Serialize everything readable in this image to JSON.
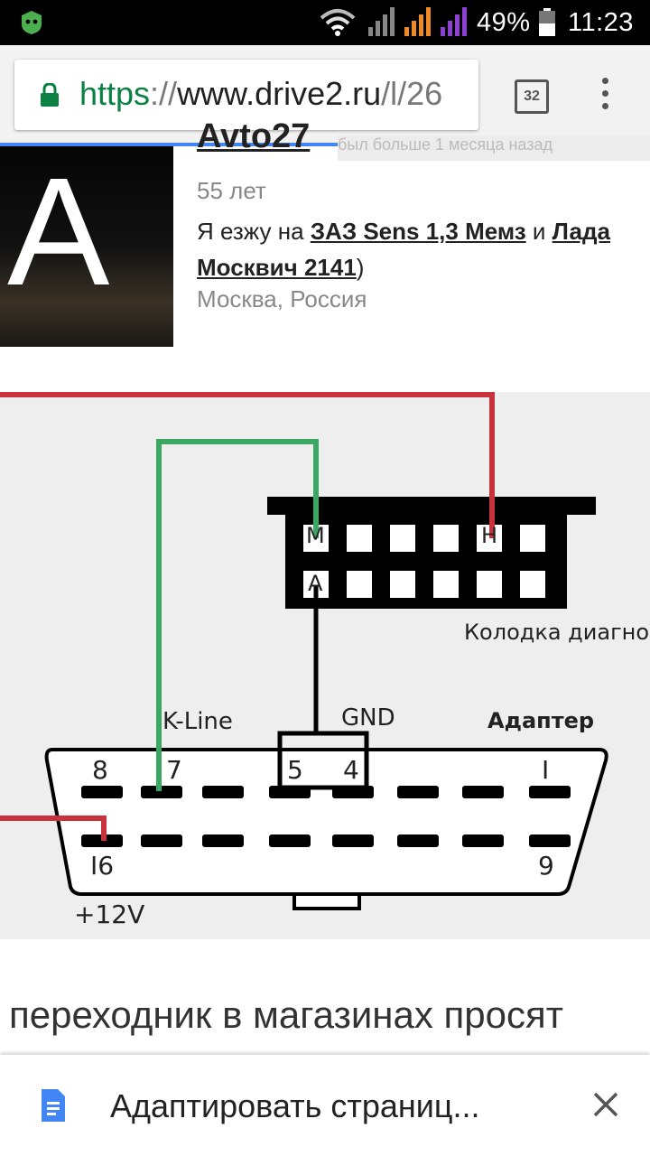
{
  "status_bar": {
    "battery": "49%",
    "time": "11:23"
  },
  "browser": {
    "url_scheme": "https",
    "url_sep": "://",
    "url_host": "www.drive2.ru",
    "url_path": "/l/26",
    "tab_count": "32"
  },
  "profile": {
    "avatar_letter": "A",
    "username": "Avto27",
    "meta": "был больше 1 месяца назад",
    "age": "55 лет",
    "cars_prefix": "Я езжу на ",
    "car1": "ЗАЗ Sens 1,3 Мемз",
    "cars_and": " и ",
    "car2": "Лада",
    "car3": "Москвич 2141",
    "cars_suffix": ")",
    "city": "Москва, Россия"
  },
  "diagram": {
    "block_pin_top_left": "M",
    "block_pin_top_h": "H",
    "block_pin_bottom_left": "A",
    "block_caption": "Колодка диагнос",
    "kline": "K-Line",
    "gnd": "GND",
    "adapter": "Адаптер",
    "pin_8": "8",
    "pin_7": "7",
    "pin_5": "5",
    "pin_4": "4",
    "pin_1": "I",
    "pin_16": "I6",
    "pin_9": "9",
    "power": "+12V",
    "colors": {
      "red": "#c8323c",
      "green": "#3aa863",
      "black": "#000000"
    }
  },
  "caption": "переходник в магазинах просят",
  "banner": {
    "text": "Адаптировать страниц..."
  }
}
